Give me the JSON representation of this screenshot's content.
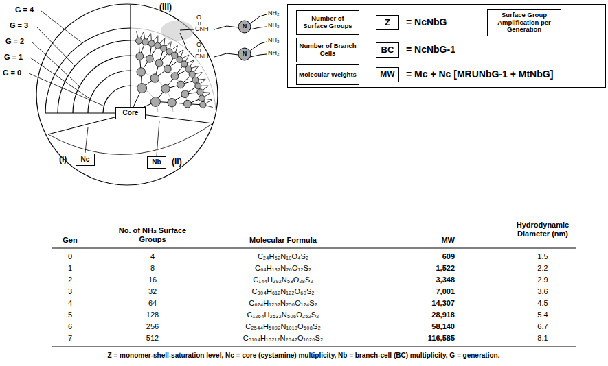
{
  "diagram": {
    "caption": "Z = monomer-shell-saturation level, Nc = core (cystamine) multiplicity, Nb = branch-cell (BC) multiplicity, G = generation.",
    "nodes": [
      {
        "text": [
          "Core"
        ]
      },
      {
        "text": [
          "Nc"
        ]
      },
      {
        "text": [
          "Nb"
        ]
      },
      {
        "text": [
          "= NcNbG",
          "= NcNbG-1",
          "= Mc + Nc [MRUNbG-1 + MtNbG]"
        ]
      },
      {
        "text": [
          "Number of Surface Groups"
        ],
        "in": 3
      },
      {
        "text": [
          "Z"
        ],
        "in": 3
      },
      {
        "text": [
          "Surface Group Amplification per Generation"
        ],
        "in": 3
      },
      {
        "text": [
          "Number of Branch Cells"
        ],
        "in": 3
      },
      {
        "text": [
          "BC"
        ],
        "in": 3
      },
      {
        "text": [
          "Molecular Weights"
        ],
        "in": 3
      },
      {
        "text": [
          "MW"
        ],
        "in": 3
      }
    ],
    "labels": [
      "G = 4",
      "G = 3",
      "G = 2",
      "G = 1",
      "G = 0",
      "(III)",
      "(I)",
      "(II)",
      "O",
      "CNH",
      "N",
      "NH₂",
      "NH₂",
      "O",
      "CNH",
      "N",
      "NH₂",
      "NH₂",
      "Gen",
      "No. of NH₂ Surface Groups",
      "Molecular Formula",
      "MW",
      "Hydrodynamic Diameter (nm)",
      "0",
      "4",
      "C₂₄H₅₂N₁₀O₄S₂",
      "609",
      "1.5",
      "1",
      "8",
      "C₆₄H₁₃₂N₂₆O₁₂S₂",
      "1,522",
      "2.2",
      "2",
      "16",
      "C₁₄₄H₂₉₂N₅₈O₂₈S₂",
      "3,348",
      "2.9",
      "3",
      "32",
      "C₃₀₄H₆₁₂N₁₂₂O₆₀S₂",
      "7,001",
      "3.6",
      "4",
      "64",
      "C₆₂₄H₁₂₅₂N₂₅₀O₁₂₄S₂",
      "14,307",
      "4.5",
      "5",
      "128",
      "C₁₂₆₄H₂₅₃₂N₅₀₆O₂₅₂S₂",
      "28,918",
      "5.4",
      "6",
      "256",
      "C₂₅₄₄H₅₀₉₂N₁₀₁₈O₅₀₈S₂",
      "58,140",
      "6.7",
      "7",
      "512",
      "C₅₁₀₄H₁₀₂₁₂N₂₀₄₂O₁₀₂₀S₂",
      "116,585",
      "8.1"
    ]
  }
}
